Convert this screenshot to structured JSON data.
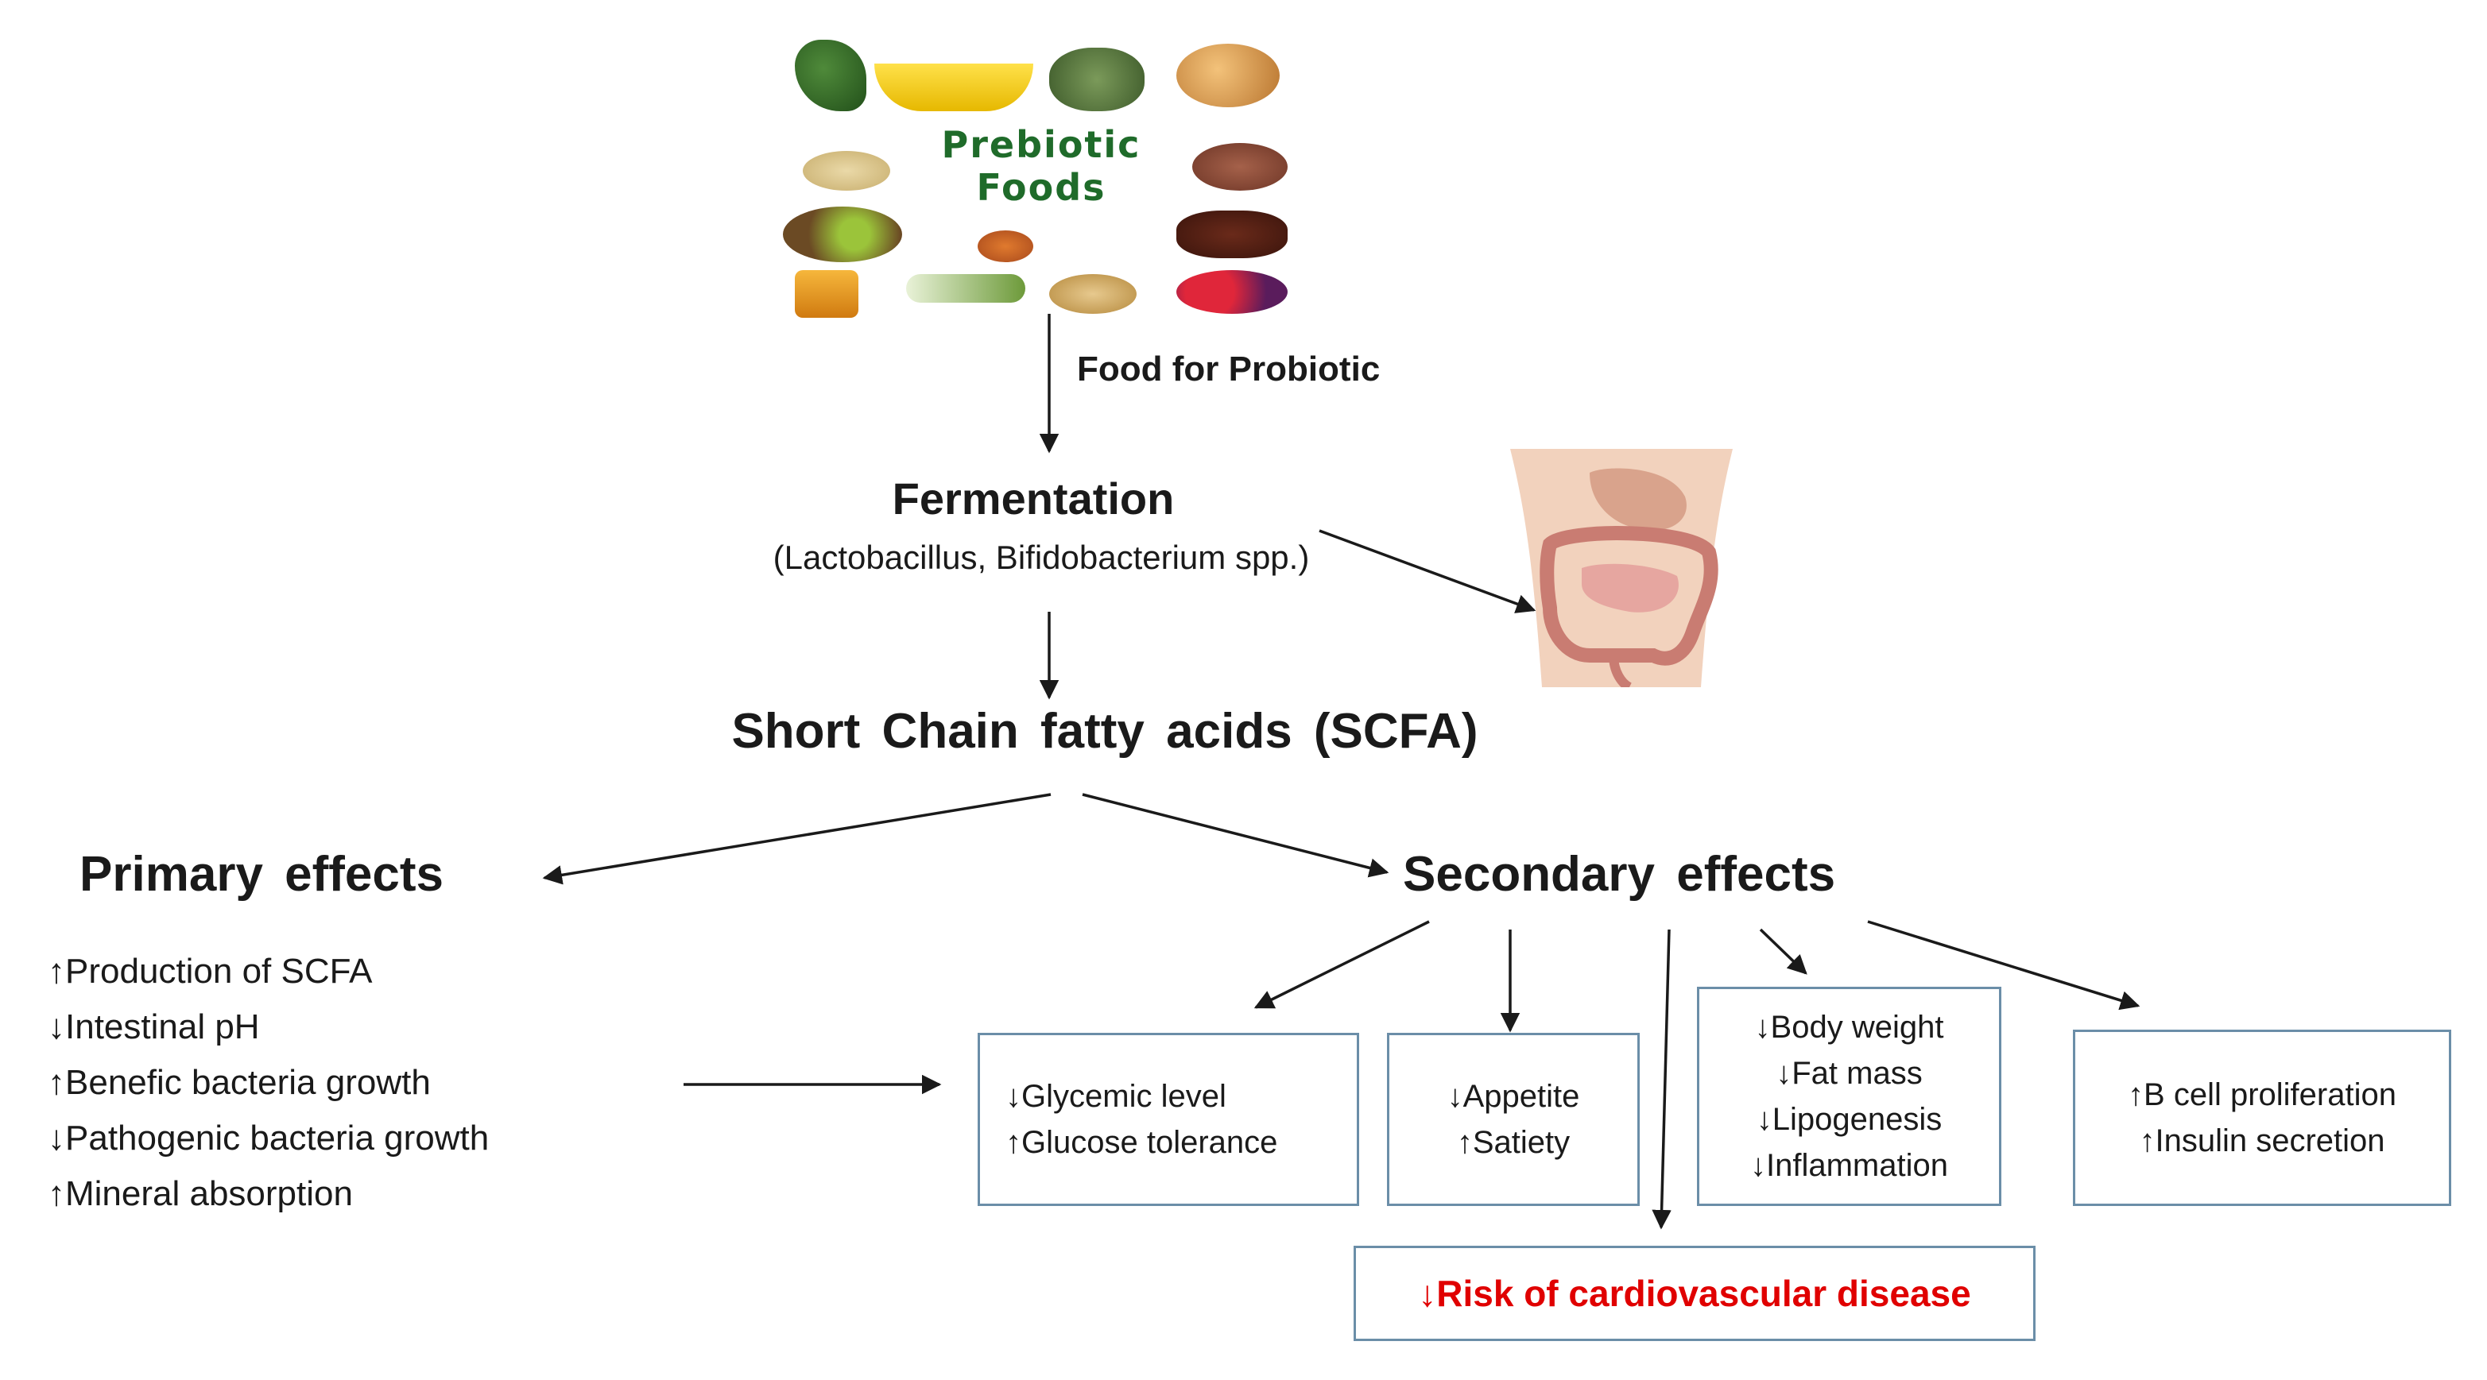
{
  "collage": {
    "title_line1": "Prebiotic",
    "title_line2": "Foods"
  },
  "flow": {
    "food_for_probiotic": "Food for Probiotic",
    "fermentation": "Fermentation",
    "fermentation_sub": "(Lactobacillus, Bifidobacterium spp.)",
    "scfa": "Short Chain fatty acids (SCFA)",
    "primary_effects": "Primary effects",
    "secondary_effects": "Secondary effects"
  },
  "primary_list": [
    "↑Production of SCFA",
    "↓Intestinal pH",
    "↑Benefic bacteria growth",
    "↓Pathogenic bacteria growth",
    "↑Mineral absorption"
  ],
  "boxes": {
    "glycemic": [
      "↓Glycemic level",
      "↑Glucose tolerance"
    ],
    "appetite": [
      "↓Appetite",
      "↑Satiety"
    ],
    "body": [
      "↓Body weight",
      "↓Fat mass",
      "↓Lipogenesis",
      "↓Inflammation"
    ],
    "bcell": [
      "↑B cell proliferation",
      "↑Insulin secretion"
    ],
    "risk": "↓Risk of cardiovascular disease"
  },
  "colors": {
    "risk_text": "#e00000",
    "box_border": "#6b8ea8",
    "collage_title": "#1f6b2a"
  }
}
